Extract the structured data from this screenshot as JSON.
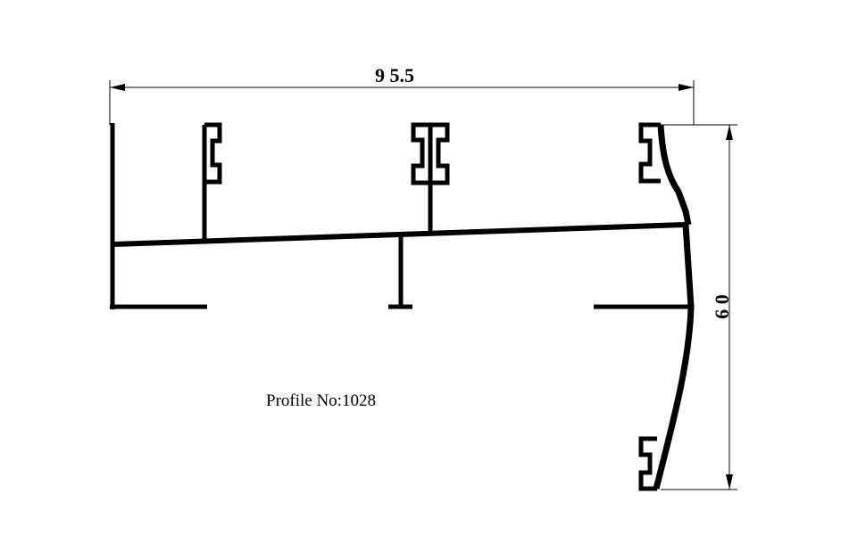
{
  "drawing": {
    "profile_label": "Profile No:1028",
    "dimensions": {
      "width": "9 5.5",
      "height": "6 0"
    },
    "line_color": "#000000",
    "background": "#ffffff"
  }
}
